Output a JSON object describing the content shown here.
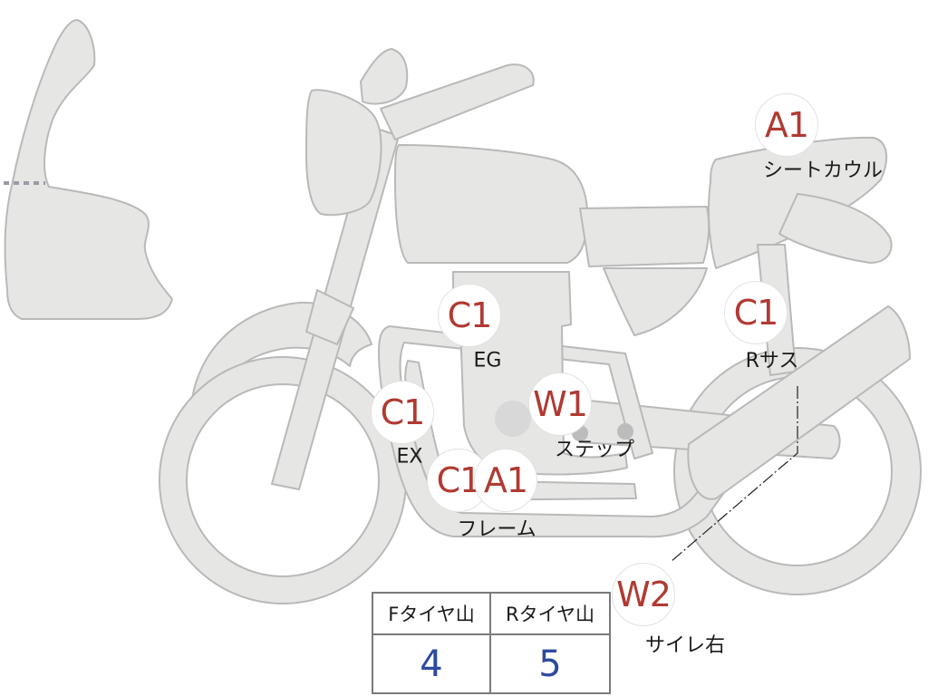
{
  "parts": [
    {
      "id": "seat-cowl",
      "grade": "A1",
      "label": "シートカウル"
    },
    {
      "id": "engine",
      "grade": "C1",
      "label": "EG"
    },
    {
      "id": "rear-suspension",
      "grade": "C1",
      "label": "Rサス"
    },
    {
      "id": "exhaust",
      "grade": "C1",
      "label": "EX"
    },
    {
      "id": "step",
      "grade": "W1",
      "label": "ステップ"
    },
    {
      "id": "frame",
      "grades": [
        "C1",
        "A1"
      ],
      "label": "フレーム"
    },
    {
      "id": "silencer-right",
      "grade": "W2",
      "label": "サイレ右"
    }
  ],
  "tire_table": {
    "front_header": "Fタイヤ山",
    "rear_header": "Rタイヤ山",
    "front_value": "4",
    "rear_value": "5"
  },
  "colors": {
    "grade_text": "#b03a32",
    "table_value": "#2b4aa0",
    "body_fill": "#e6e6e4",
    "outline": "#b9b9b9"
  }
}
